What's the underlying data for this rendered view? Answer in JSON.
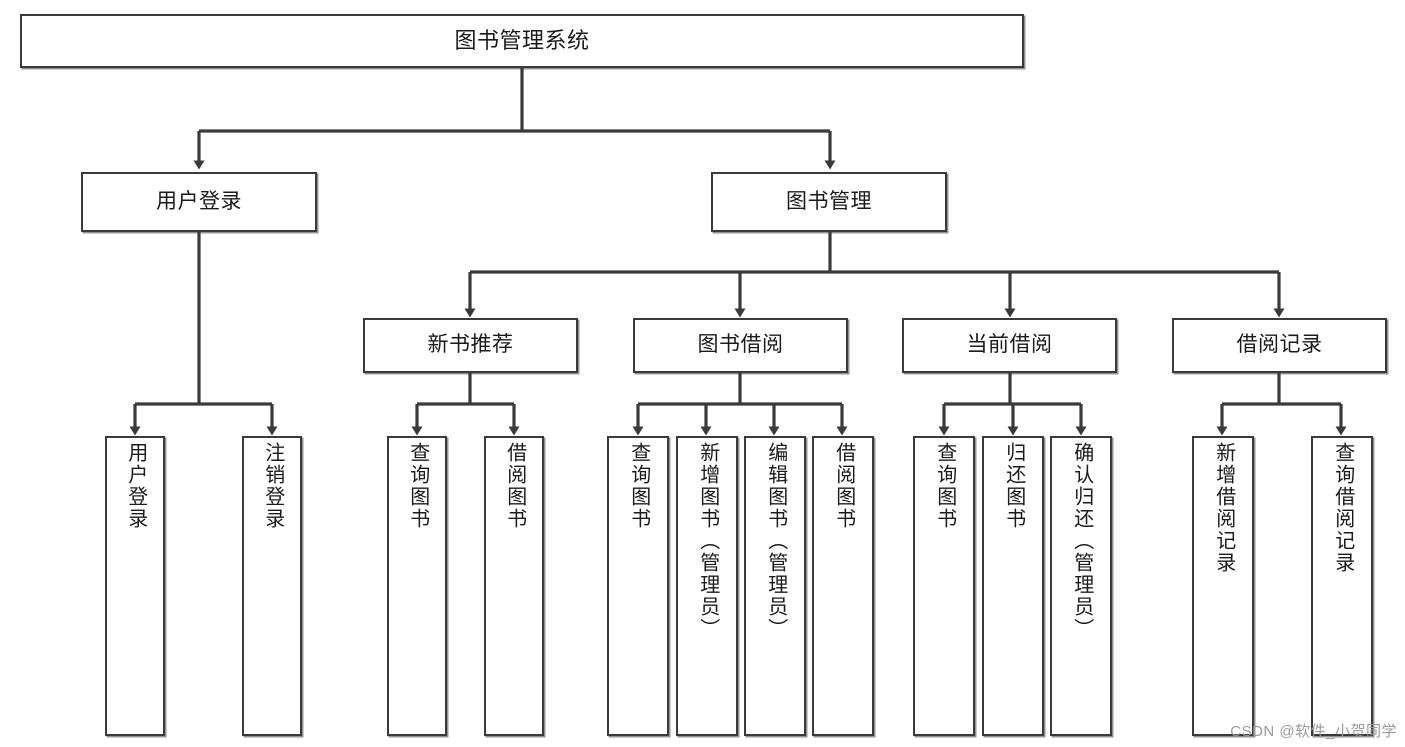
{
  "diagram": {
    "type": "tree-hierarchy",
    "root": {
      "id": "root",
      "label": "图书管理系统"
    },
    "level2": [
      {
        "id": "user-login",
        "label": "用户登录"
      },
      {
        "id": "book-management",
        "label": "图书管理"
      }
    ],
    "level3": [
      {
        "id": "new-book-recommend",
        "label": "新书推荐"
      },
      {
        "id": "book-borrow",
        "label": "图书借阅"
      },
      {
        "id": "current-borrow",
        "label": "当前借阅"
      },
      {
        "id": "borrow-record",
        "label": "借阅记录"
      }
    ],
    "leaves": {
      "user_login": [
        {
          "id": "leaf-user-login",
          "label": "用户登录"
        },
        {
          "id": "leaf-logout-login",
          "label": "注销登录"
        }
      ],
      "new_book_recommend": [
        {
          "id": "leaf-query-book-1",
          "label": "查询图书"
        },
        {
          "id": "leaf-borrow-book-1",
          "label": "借阅图书"
        }
      ],
      "book_borrow": [
        {
          "id": "leaf-query-book-2",
          "label": "查询图书"
        },
        {
          "id": "leaf-add-book",
          "label": "新增图书（管理员）"
        },
        {
          "id": "leaf-edit-book",
          "label": "编辑图书（管理员）"
        },
        {
          "id": "leaf-borrow-book-2",
          "label": "借阅图书"
        }
      ],
      "current_borrow": [
        {
          "id": "leaf-query-book-3",
          "label": "查询图书"
        },
        {
          "id": "leaf-return-book",
          "label": "归还图书"
        },
        {
          "id": "leaf-confirm-return",
          "label": "确认归还（管理员）"
        }
      ],
      "borrow_record": [
        {
          "id": "leaf-add-record",
          "label": "新增借阅记录"
        },
        {
          "id": "leaf-query-record",
          "label": "查询借阅记录"
        }
      ]
    }
  },
  "watermark": {
    "text": "CSDN @软件_小贺同学"
  },
  "colors": {
    "stroke": "#3a3a3a",
    "background": "#ffffff",
    "text": "#1b1b1b",
    "watermark": "#9b9b9b"
  }
}
